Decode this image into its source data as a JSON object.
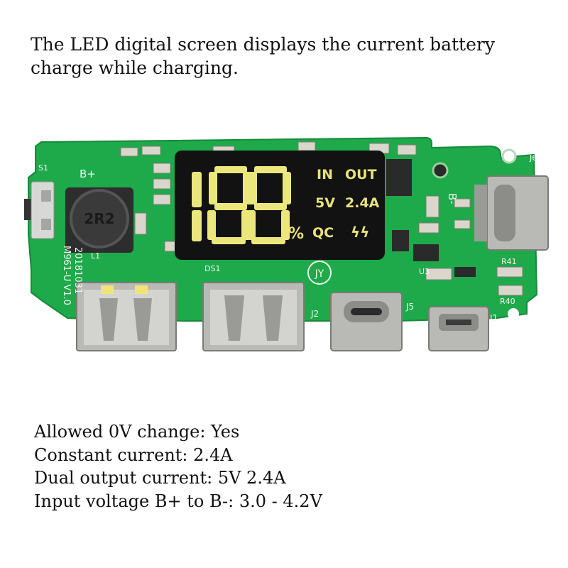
{
  "caption": "The LED digital screen displays the current battery charge while charging.",
  "specs": [
    "Allowed 0V change: Yes",
    "Constant current: 2.4A",
    "Dual output current: 5V 2.4A",
    "Input voltage B+ to B-: 3.0 - 4.2V"
  ],
  "board": {
    "display": {
      "digits": "188",
      "percent": "%",
      "in_label": "IN",
      "out_label": "OUT",
      "voltage": "5V",
      "current": "2.4A",
      "qc_label": "QC",
      "bolt_glyph": "ϟϟ"
    },
    "silkscreen": {
      "b_plus": "B+",
      "b_minus": "B-",
      "s1": "S1",
      "model": "M961-U V1.0",
      "date": "20181031",
      "inductor": "2R2",
      "l1": "L1",
      "j1": "J1",
      "j2": "J2",
      "j5": "J5",
      "j6": "J6",
      "ds1": "DS1",
      "u3": "U3",
      "r40": "R40",
      "r41": "R41",
      "logo": "JY"
    },
    "colors": {
      "pcb_green": "#1ea94a",
      "lcd_black": "#121212",
      "lcd_yellow": "#ece77c",
      "metal": "#b9b9b5"
    }
  }
}
